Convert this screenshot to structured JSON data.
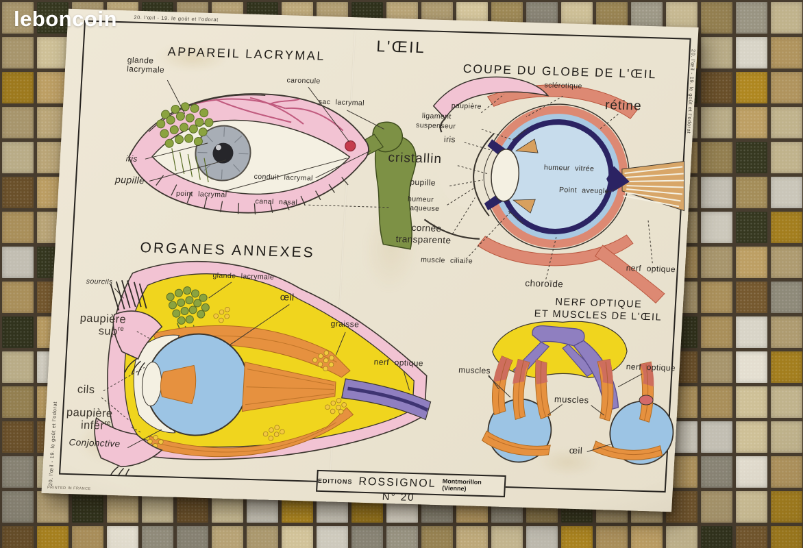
{
  "logo": "leboncoin",
  "colors": {
    "grout": "#473c2e",
    "poster_bg": "#ebe4d2",
    "pink": "#f2c3d3",
    "dark_pink": "#c05a7e",
    "green": "#8ba33f",
    "green_dark": "#7d9145",
    "red": "#c53b4c",
    "navy": "#2b2363",
    "pale_blue": "#c7dcec",
    "mid_blue": "#a9c9e2",
    "salmon": "#dd8973",
    "salmon_edge": "#b9563e",
    "yellow": "#f0d51e",
    "orange": "#e6913f",
    "orange_edge": "#b06a20",
    "purple": "#8f7fc0",
    "globe_blue": "#9cc4e4",
    "tan": "#d8a05e",
    "cream": "#f4f0e2",
    "tile_palette": [
      "#b6a275",
      "#c9bb93",
      "#ab841f",
      "#d3cfc2",
      "#b89b62",
      "#95907f",
      "#b6a275",
      "#73572e",
      "#c9bb93",
      "#ab841f",
      "#ded9cb",
      "#a08a57",
      "#35371f",
      "#b6a275",
      "#d3cfc2",
      "#b89b62",
      "#95907f",
      "#c9bb93"
    ]
  },
  "poster": {
    "title": "L'ŒIL",
    "edge_note": "20. l'œil  -  19. le goût et l'odorat",
    "printed": "PRINTED IN FRANCE",
    "editions": "EDITIONS",
    "publisher": "ROSSIGNOL",
    "city": "Montmorillon  (Vienne)",
    "number": "N°  20",
    "appareil": {
      "heading": "APPAREIL  LACRYMAL",
      "glande_1": "glande",
      "glande_2": "lacrymale",
      "caroncule": "caroncule",
      "sac": "sac lacrymal",
      "iris": "iris",
      "pupille": "pupille",
      "point": "point lacrymal",
      "conduit": "conduit lacrymal",
      "canal": "canal nasal"
    },
    "coupe": {
      "heading": "COUPE  DU  GLOBE  DE  L'ŒIL",
      "sclerotique": "sclérotique",
      "retine": "rétine",
      "paupiere": "paupière",
      "ligament_1": "ligament",
      "ligament_2": "suspenseur",
      "iris": "iris",
      "cristallin": "cristallin",
      "pupille": "pupille",
      "humeur_vitree": "humeur  vitrée",
      "point_aveugle": "Point aveugle",
      "aqueuse_1": "humeur",
      "aqueuse_2": "aqueuse",
      "cornee_1": "cornée",
      "cornee_2": "transparente",
      "muscle_ciliaire": "muscle ciliaire",
      "choroide": "choroïde",
      "nerf": "nerf optique"
    },
    "organes": {
      "heading": "ORGANES  ANNEXES",
      "glande": "glande lacrymale",
      "sourcils": "sourcils",
      "oeil": "œil",
      "sup_1": "paupière",
      "sup_2": "sup",
      "sup_exp": "re",
      "graisse": "graisse",
      "cils": "cils",
      "nerf": "nerf optique",
      "inf_1": "paupière",
      "inf_2": "infér",
      "inf_exp": "re",
      "conjonctive": "Conjonctive"
    },
    "nerf": {
      "heading_1": "NERF  OPTIQUE",
      "heading_2": "ET  MUSCLES  DE  L'ŒIL",
      "muscles_a": "muscles",
      "muscles_b": "muscles",
      "nerf": "nerf optique",
      "oeil": "œil"
    }
  }
}
